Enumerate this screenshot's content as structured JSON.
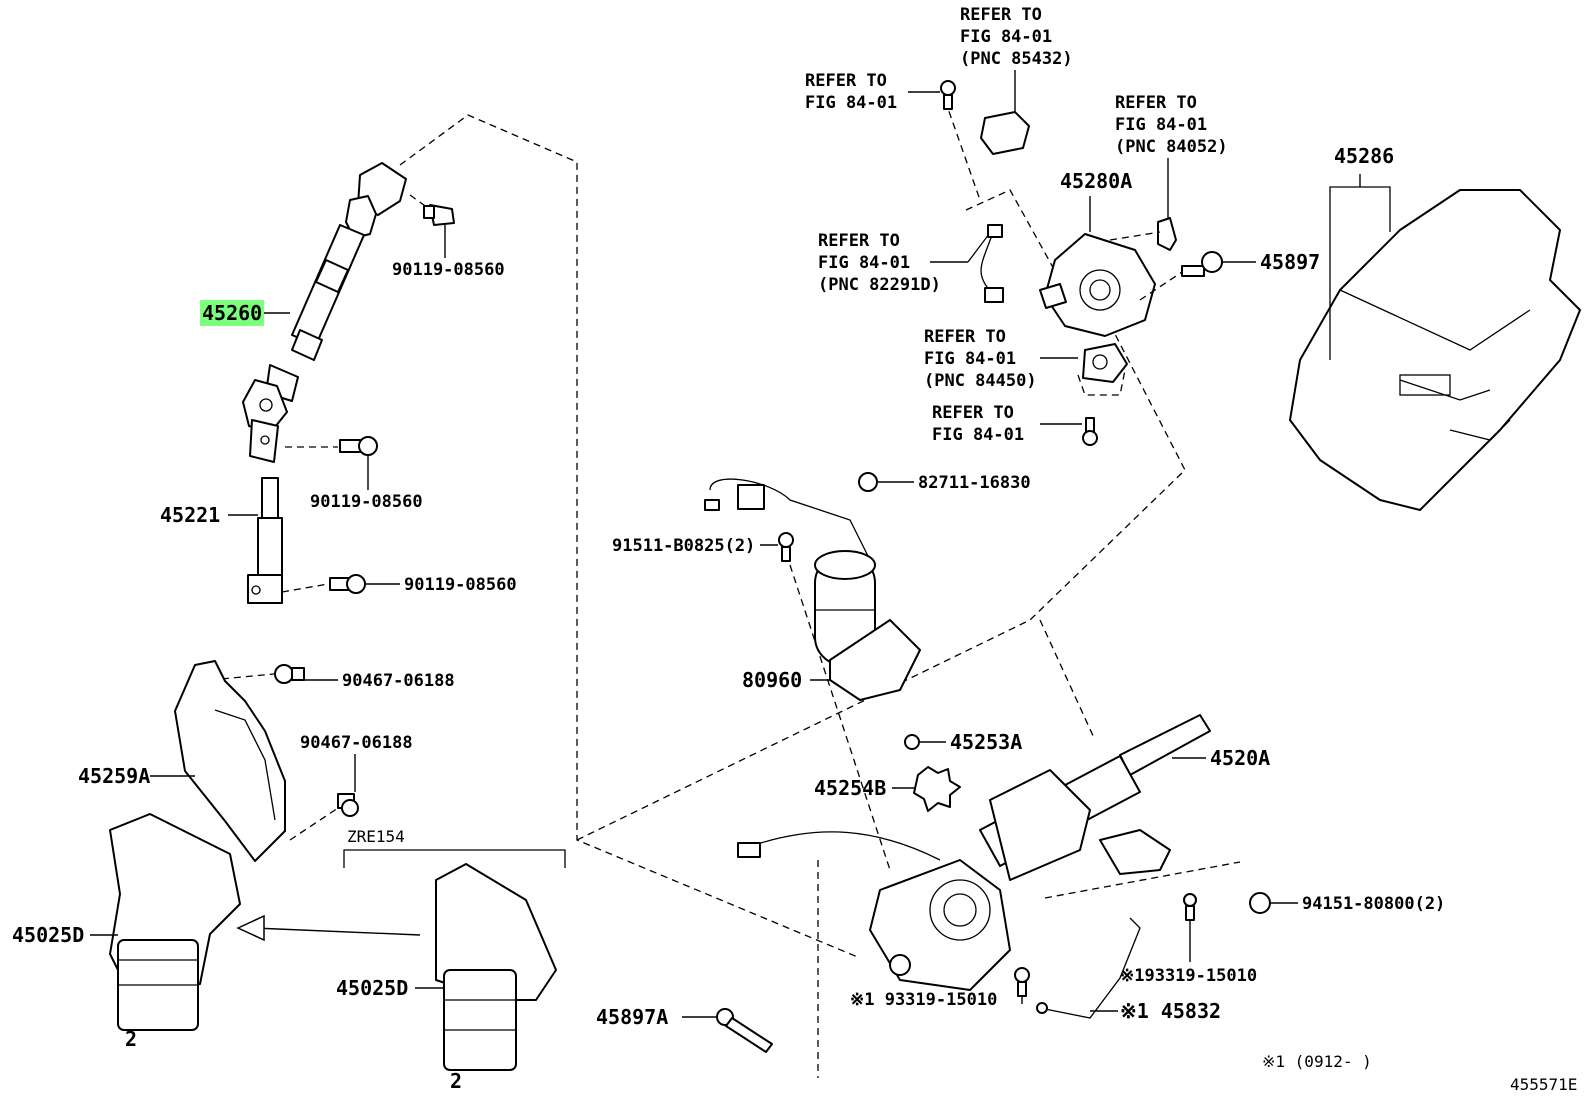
{
  "callouts": {
    "refer_8543_l1": "REFER TO",
    "refer_8543_l2": "FIG 84-01",
    "refer_8543_l3": "(PNC 85432)",
    "refer_bolt_l1": "REFER TO",
    "refer_bolt_l2": "FIG 84-01",
    "refer_84052_l1": "REFER TO",
    "refer_84052_l2": "FIG 84-01",
    "refer_84052_l3": "(PNC 84052)",
    "refer_82291_l1": "REFER TO",
    "refer_82291_l2": "FIG 84-01",
    "refer_82291_l3": "(PNC 82291D)",
    "refer_84450_l1": "REFER TO",
    "refer_84450_l2": "FIG 84-01",
    "refer_84450_l3": "(PNC 84450)",
    "refer_screw_l1": "REFER TO",
    "refer_screw_l2": "FIG 84-01"
  },
  "parts": {
    "p45260": "45260",
    "p90119_a": "90119-08560",
    "p90119_b": "90119-08560",
    "p90119_c": "90119-08560",
    "p45221": "45221",
    "p90467_a": "90467-06188",
    "p90467_b": "90467-06188",
    "p45259a": "45259A",
    "p45025d_a": "45025D",
    "p45025d_b": "45025D",
    "zre154": "ZRE154",
    "p45280a": "45280A",
    "p45897": "45897",
    "p45286": "45286",
    "p82711": "82711-16830",
    "p91511": "91511-B0825(2)",
    "p80960": "80960",
    "p45253a": "45253A",
    "p4520a": "4520A",
    "p45254b": "45254B",
    "p94151": "94151-80800(2)",
    "p93319_a": "※193319-15010",
    "p93319_b": "※1 93319-15010",
    "p45832": "※1 45832",
    "p45897a": "45897A"
  },
  "footnote": "※1 (0912-      )",
  "figure_id": "455571E",
  "highlight_color": "#7cff7c"
}
